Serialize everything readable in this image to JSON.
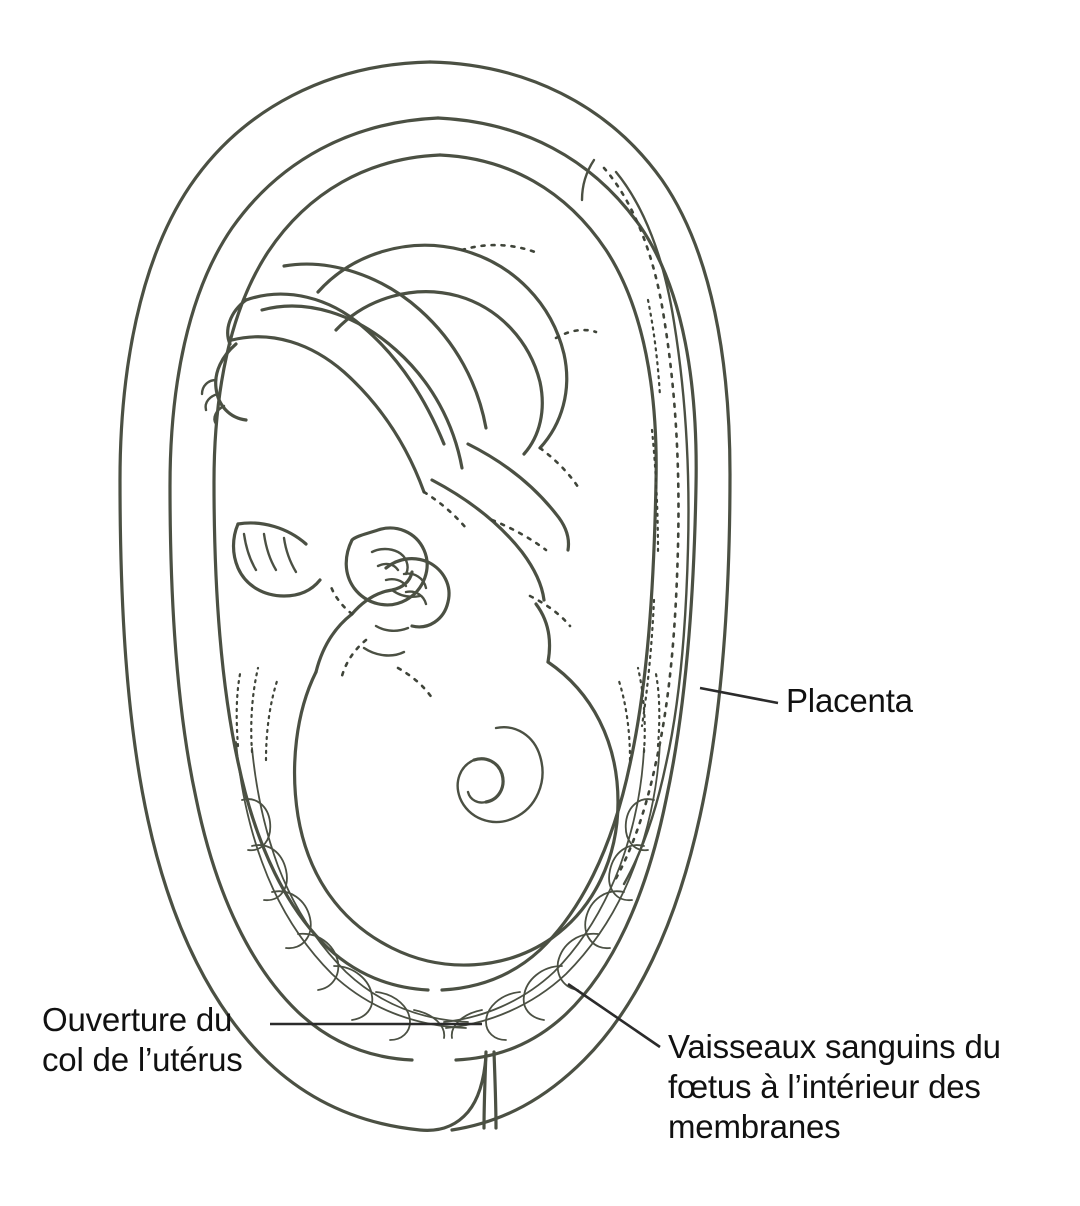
{
  "figure": {
    "kind": "anatomical-line-drawing",
    "subject": "fetus-in-uterus-placenta-cross-section",
    "background_color": "#ffffff",
    "ink_color": "#4b5043",
    "leader_color": "#2b2b2b",
    "text_color": "#111111"
  },
  "labels": {
    "placenta": {
      "text": "Placenta",
      "leader": "horizontal-short-right"
    },
    "cervix": {
      "text": "Ouverture du\ncol de l’utérus",
      "leader": "horizontal-long-right"
    },
    "vessels": {
      "text": "Vaisseaux sanguins du\nfœtus à l’intérieur des\nmembranes",
      "leader": "diagonal-up-left"
    }
  },
  "parts": {
    "uterine_wall": "uterine-wall-outline",
    "membranes": "amnion-chorion-membranes",
    "placenta_band": "placenta-band-right",
    "fetus": "fetus-head-down",
    "umbilicus": "fetal-navel-spiral",
    "blood_vessels": "braided-fetal-blood-vessels",
    "cervix_opening": "cervix-opening"
  }
}
